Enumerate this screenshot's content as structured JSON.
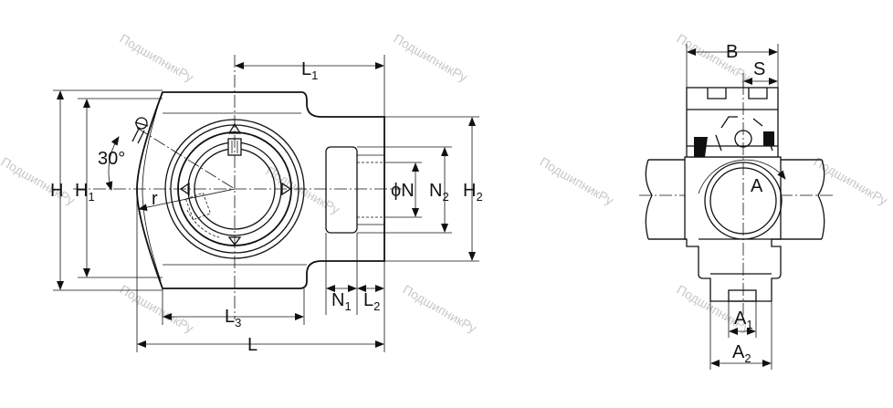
{
  "labels": {
    "L1": {
      "main": "L",
      "sub": "1"
    },
    "H": {
      "main": "H"
    },
    "H1": {
      "main": "H",
      "sub": "1"
    },
    "angle": {
      "main": "30°"
    },
    "r": {
      "main": "r"
    },
    "phiN": {
      "main": "ϕN"
    },
    "N2": {
      "main": "N",
      "sub": "2"
    },
    "H2": {
      "main": "H",
      "sub": "2"
    },
    "N1": {
      "main": "N",
      "sub": "1"
    },
    "L2": {
      "main": "L",
      "sub": "2"
    },
    "L3": {
      "main": "L",
      "sub": "3"
    },
    "L": {
      "main": "L"
    },
    "B": {
      "main": "B"
    },
    "S": {
      "main": "S"
    },
    "A": {
      "main": "A"
    },
    "A1": {
      "main": "A",
      "sub": "1"
    },
    "A2": {
      "main": "A",
      "sub": "2"
    }
  },
  "watermark": "ПодшипникРу"
}
